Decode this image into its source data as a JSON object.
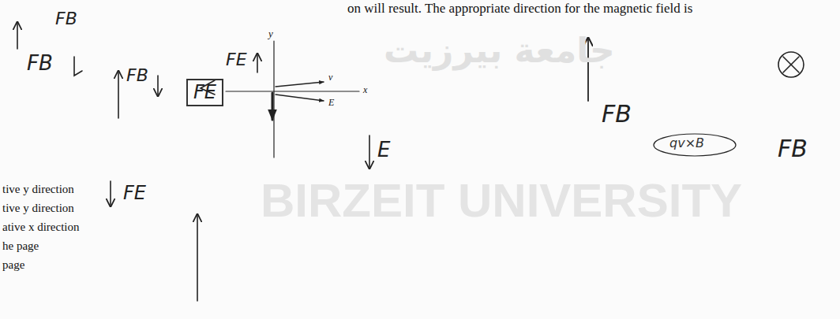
{
  "diagram": {
    "nodes": [
      {
        "text": [
          "FE"
        ]
      }
    ],
    "labels": [
      "on will result. The appropriate direction for the magnetic field is",
      "FB",
      "جامعة بيرزيت",
      "FB",
      "FB",
      "FE",
      "y",
      "v",
      "x",
      "E",
      "FB",
      "FB",
      "qv×B",
      "E",
      "tive y direction",
      "tive y direction",
      "ative x direction",
      "he page",
      "page",
      "FE",
      "BIRZEIT UNIVERSITY"
    ]
  }
}
